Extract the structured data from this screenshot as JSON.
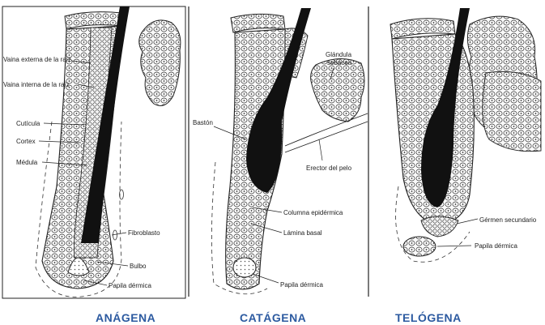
{
  "panels": [
    {
      "phase": "ANÁGENA",
      "labels": {
        "outer_sheath": "Vaina externa de la raíz",
        "inner_sheath": "Vaina interna de la raíz",
        "cuticle": "Cutícula",
        "cortex": "Cortex",
        "medulla": "Médula",
        "fibroblast": "Fibroblasto",
        "bulb": "Bulbo",
        "papilla": "Papila dérmica"
      }
    },
    {
      "phase": "CATÁGENA",
      "labels": {
        "sebaceous_1": "Glándula",
        "sebaceous_2": "sebácea",
        "club": "Bastón",
        "erector": "Erector del pelo",
        "epidermal_column": "Columna epidérmica",
        "basal_lamina": "Lámina basal",
        "papilla": "Papila dérmica"
      }
    },
    {
      "phase": "TELÓGENA",
      "labels": {
        "secondary_germ": "Gérmen secundario",
        "papilla": "Papila dérmica"
      }
    }
  ],
  "colors": {
    "phase_label": "#2c5aa0",
    "ink": "#1a1a1a",
    "hair": "#111111"
  }
}
